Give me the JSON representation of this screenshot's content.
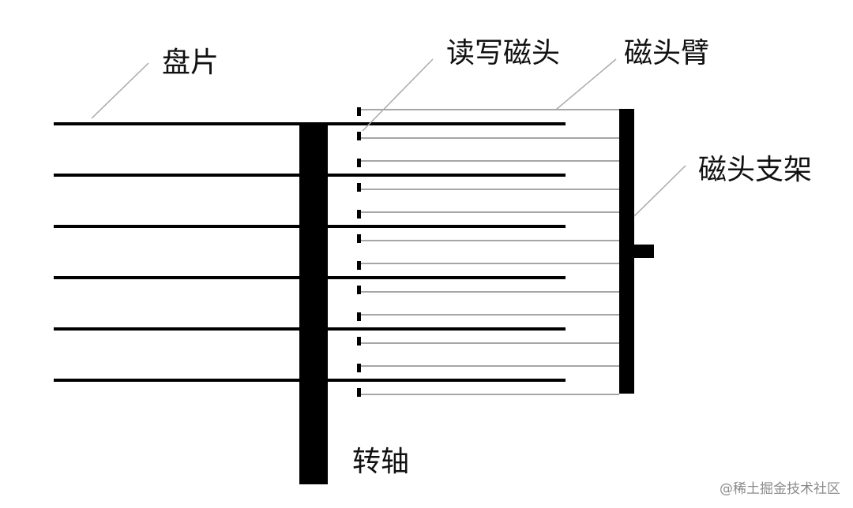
{
  "labels": {
    "platter": "盘片",
    "read_write_head": "读写磁头",
    "head_arm": "磁头臂",
    "head_bracket": "磁头支架",
    "spindle": "转轴"
  },
  "watermark": "@稀土掘金技术社区",
  "colors": {
    "background": "#ffffff",
    "stroke": "#000000",
    "thin_stroke": "#888888",
    "leader_line": "#aaaaaa",
    "text": "#111111",
    "watermark": "#8a8a8a"
  },
  "platter_count": 6
}
